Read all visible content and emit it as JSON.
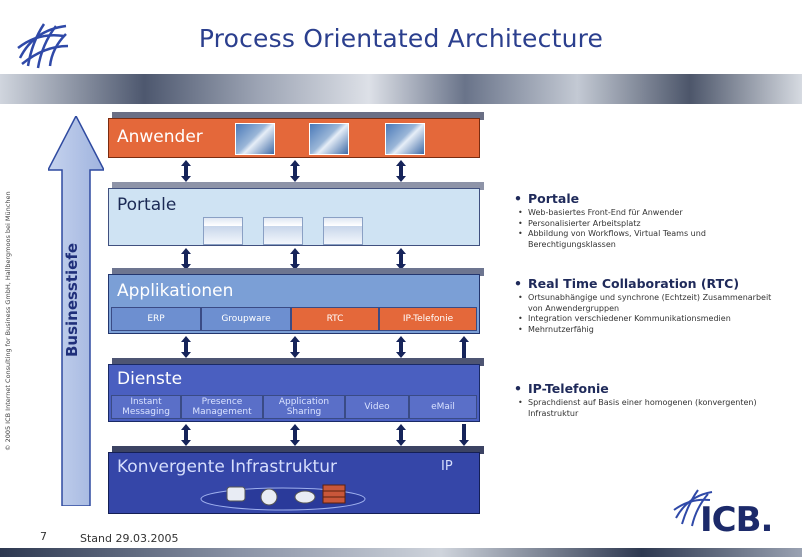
{
  "title": "Process Orientated Architecture",
  "side_copyright": "© 2005 ICB Internet Consulting for Business GmbH, Hallbergmoos bei München",
  "vertical_axis_label": "Businesstiefe",
  "layers": {
    "anwender": {
      "title": "Anwender"
    },
    "portale": {
      "title": "Portale"
    },
    "applikationen": {
      "title": "Applikationen",
      "cells": [
        "ERP",
        "Groupware",
        "RTC",
        "IP-Telefonie"
      ]
    },
    "dienste": {
      "title": "Dienste",
      "cells": [
        "Instant Messaging",
        "Presence Management",
        "Application Sharing",
        "Video",
        "eMail"
      ]
    },
    "infrastruktur": {
      "title": "Konvergente Infrastruktur",
      "tag": "IP"
    }
  },
  "sections": [
    {
      "heading": "Portale",
      "items": [
        "Web-basiertes Front-End für Anwender",
        "Personalisierter Arbeitsplatz",
        "Abbildung von Workflows, Virtual Teams und Berechtigungsklassen"
      ]
    },
    {
      "heading": "Real Time Collaboration (RTC)",
      "items": [
        "Ortsunabhängige und synchrone (Echtzeit) Zusammenarbeit von Anwendergruppen",
        "Integration verschiedener Kommunikationsmedien",
        "Mehrnutzerfähig"
      ]
    },
    {
      "heading": "IP-Telefonie",
      "items": [
        "Sprachdienst auf Basis einer homogenen (konvergenten) Infrastruktur"
      ]
    }
  ],
  "footer": {
    "page": "7",
    "date": "Stand 29.03.2005"
  },
  "logo_text": "ICB.",
  "colors": {
    "accent_orange": "#e4683a",
    "portal_blue": "#cfe3f3",
    "app_blue": "#7b9fd6",
    "dienste_blue": "#4a5fc0",
    "infra_blue": "#3546a8",
    "title_blue": "#2b3f8e"
  }
}
